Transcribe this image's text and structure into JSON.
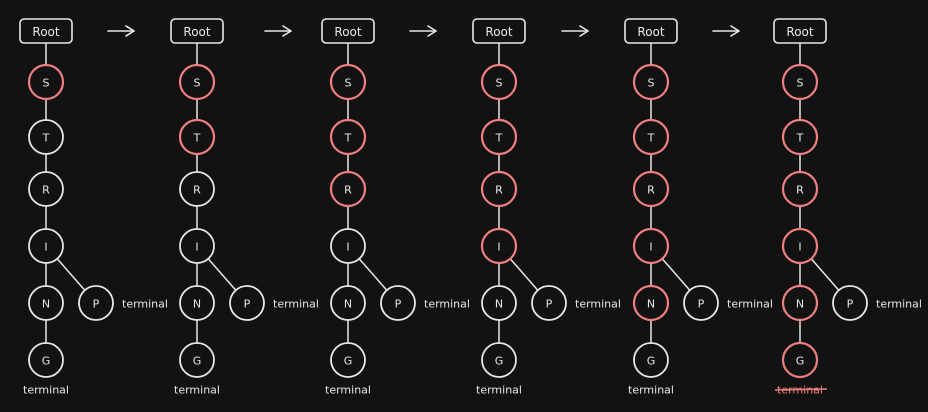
{
  "root_label": "Root",
  "arrow_glyph": "→",
  "terminal_label": "terminal",
  "colors": {
    "background": "#121212",
    "default_stroke": "#e8e8e8",
    "highlight_stroke": "#f07f7f",
    "text": "#e8e8e8"
  },
  "trie": {
    "word": "STRING",
    "nodes": [
      "S",
      "T",
      "R",
      "I",
      "N",
      "G"
    ],
    "branch": {
      "from": "I",
      "letter": "P",
      "terminal": true
    },
    "end_terminal": true
  },
  "steps": [
    {
      "highlighted": [
        "S"
      ],
      "terminal_struck": false
    },
    {
      "highlighted": [
        "S",
        "T"
      ],
      "terminal_struck": false
    },
    {
      "highlighted": [
        "S",
        "T",
        "R"
      ],
      "terminal_struck": false
    },
    {
      "highlighted": [
        "S",
        "T",
        "R",
        "I"
      ],
      "terminal_struck": false
    },
    {
      "highlighted": [
        "S",
        "T",
        "R",
        "I",
        "N"
      ],
      "terminal_struck": false
    },
    {
      "highlighted": [
        "S",
        "T",
        "R",
        "I",
        "N",
        "G"
      ],
      "terminal_struck": true
    }
  ]
}
